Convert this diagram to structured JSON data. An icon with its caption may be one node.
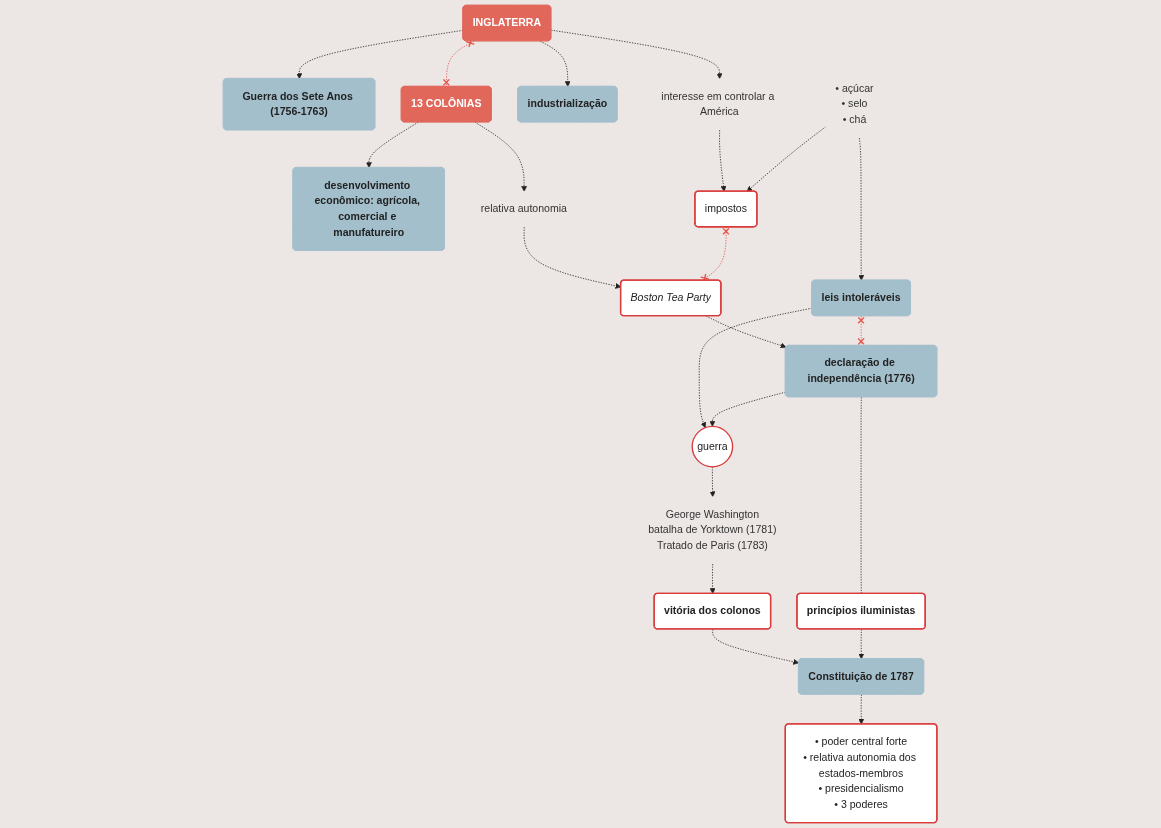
{
  "diagram": {
    "nodes": [
      {
        "text": [
          "Guerra dos Sete Anos (1756-1763)"
        ]
      },
      {
        "text": [
          "INGLATERRA"
        ]
      },
      {
        "text": [
          "13 COLÔNIAS"
        ]
      },
      {
        "text": [
          "desenvolvimento econômico: agrícola, comercial e manufatureiro"
        ]
      },
      {
        "text": [
          "industrialização"
        ]
      },
      {
        "text": [
          "interesse em controlar a América"
        ]
      },
      {
        "text": [
          "relativa autonomia"
        ]
      },
      {
        "text": [
          "impostos"
        ]
      },
      {
        "text": [
          "Boston Tea Party"
        ]
      },
      {
        "text": [
          "• açúcar",
          "• selo",
          "• chá"
        ]
      },
      {
        "text": [
          "leis intoleráveis"
        ]
      },
      {
        "text": [
          "declaração de independência (1776)"
        ]
      },
      {
        "text": [
          "guerra"
        ]
      },
      {
        "text": [
          "George Washington",
          "batalha de Yorktown (1781)",
          "Tratado de Paris (1783)"
        ]
      },
      {
        "text": [
          "vitória dos colonos"
        ]
      },
      {
        "text": [
          "princípios iluministas"
        ]
      },
      {
        "text": [
          "Constituição de 1787"
        ]
      },
      {
        "text": [
          "• poder central forte",
          "• relativa autonomia dos estados-membros",
          "• presidencialismo",
          "• 3 poderes"
        ]
      }
    ],
    "edges": [
      {
        "from": 1,
        "to": 0,
        "arrow": "to"
      },
      {
        "from": 1,
        "to": 4,
        "arrow": "to"
      },
      {
        "from": 1,
        "to": 2,
        "arrow": "other",
        "color": "#e8534a"
      },
      {
        "from": 2,
        "to": 3,
        "arrow": "to"
      },
      {
        "from": 1,
        "to": 5,
        "arrow": "to"
      },
      {
        "from": 2,
        "to": 6,
        "arrow": "to"
      },
      {
        "from": 5,
        "to": 7,
        "arrow": "to"
      },
      {
        "from": 6,
        "to": 8,
        "arrow": "to"
      },
      {
        "from": 7,
        "to": 8,
        "arrow": "other",
        "color": "#e8534a"
      },
      {
        "from": 9,
        "to": 7,
        "arrow": "to"
      },
      {
        "from": 9,
        "to": 10,
        "arrow": "to"
      },
      {
        "from": 8,
        "to": 11,
        "arrow": "to"
      },
      {
        "from": 10,
        "to": 11,
        "arrow": "other",
        "color": "#e8534a"
      },
      {
        "from": 10,
        "to": 12,
        "arrow": "to"
      },
      {
        "from": 11,
        "to": 12,
        "arrow": "to"
      },
      {
        "from": 12,
        "to": 13,
        "arrow": "to"
      },
      {
        "from": 13,
        "to": 14,
        "arrow": "to"
      },
      {
        "from": 11,
        "to": 15,
        "arrow": "none"
      },
      {
        "from": 14,
        "to": 16,
        "arrow": "to"
      },
      {
        "from": 15,
        "to": 16,
        "arrow": "to"
      },
      {
        "from": 16,
        "to": 17,
        "arrow": "to"
      }
    ]
  }
}
